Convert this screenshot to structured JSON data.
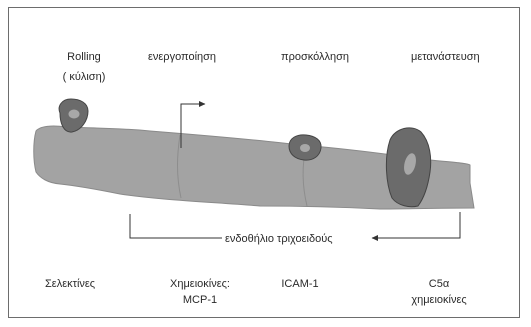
{
  "stages": {
    "rolling": "Rolling",
    "rolling_sub": "( κύλιση)",
    "activation": "ενεργοποίηση",
    "invitation": "προσκόλληση",
    "migration": "μετανάστευση"
  },
  "endothelium_label": "ενδοθήλιο τριχοειδούς",
  "molecules": {
    "selectins": "Σελεκτίνες",
    "chemokines_line1": "Χημειοκίνες:",
    "chemokines_line2": "MCP-1",
    "icam": "ICAM-1",
    "c5a_line1": "C5α",
    "c5a_line2": "χημειοκίνες"
  },
  "colors": {
    "vessel": "#a3a3a3",
    "vessel_edge": "#8a8a8a",
    "cell": "#6b6b6b",
    "cell_edge": "#444444",
    "nucleus": "#a8a8a8",
    "line": "#333333"
  }
}
